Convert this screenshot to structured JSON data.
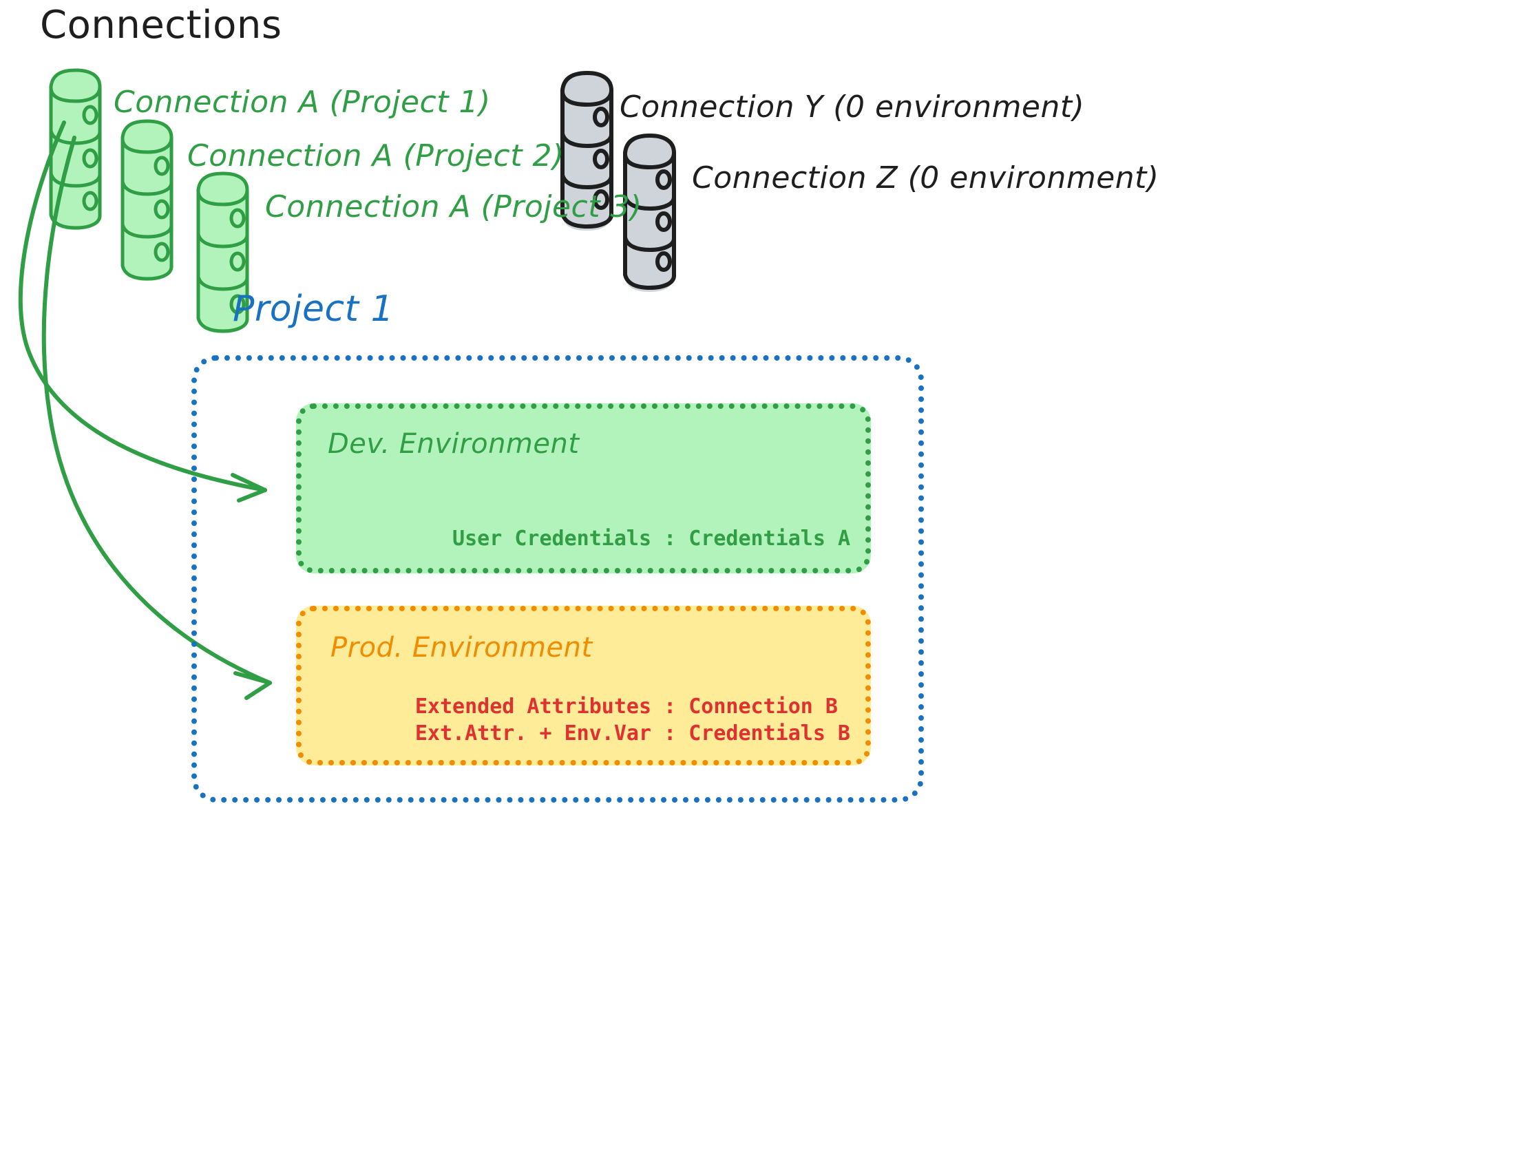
{
  "diagram": {
    "title": "Connections",
    "project_label": "Project 1",
    "connections": [
      {
        "label": "Connection A (Project 1)",
        "color": "#2f9e44",
        "state": "active"
      },
      {
        "label": "Connection A (Project 2)",
        "color": "#2f9e44",
        "state": "active"
      },
      {
        "label": "Connection A (Project 3)",
        "color": "#2f9e44",
        "state": "active"
      },
      {
        "label": "Connection Y (0 environment)",
        "color": "#1e1e1e",
        "state": "unused"
      },
      {
        "label": "Connection Z (0 environment)",
        "color": "#1e1e1e",
        "state": "unused"
      }
    ],
    "environments": [
      {
        "name": "Dev. Environment",
        "accent": "#2f9e44",
        "fill": "#b2f2bb",
        "rows": [
          "User Credentials : Credentials A"
        ],
        "row_color": "#2f9e44"
      },
      {
        "name": "Prod. Environment",
        "accent": "#f08c00",
        "fill": "#ffec99",
        "rows": [
          "Extended Attributes : Connection B",
          "Ext.Attr. + Env.Var : Credentials B"
        ],
        "row_color": "#e03131"
      }
    ],
    "colors": {
      "project_border": "#1971c2",
      "green_db_fill": "#b2f2bb",
      "green_db_stroke": "#2f9e44",
      "gray_db_fill": "#ced4da",
      "gray_db_stroke": "#1e1e1e",
      "arrow": "#2f9e44",
      "title": "#1e1e1e"
    },
    "arrows": [
      {
        "from": "Connection A (Project 1)",
        "to": "Dev. Environment"
      },
      {
        "from": "Connection A (Project 1)",
        "to": "Prod. Environment"
      }
    ]
  }
}
